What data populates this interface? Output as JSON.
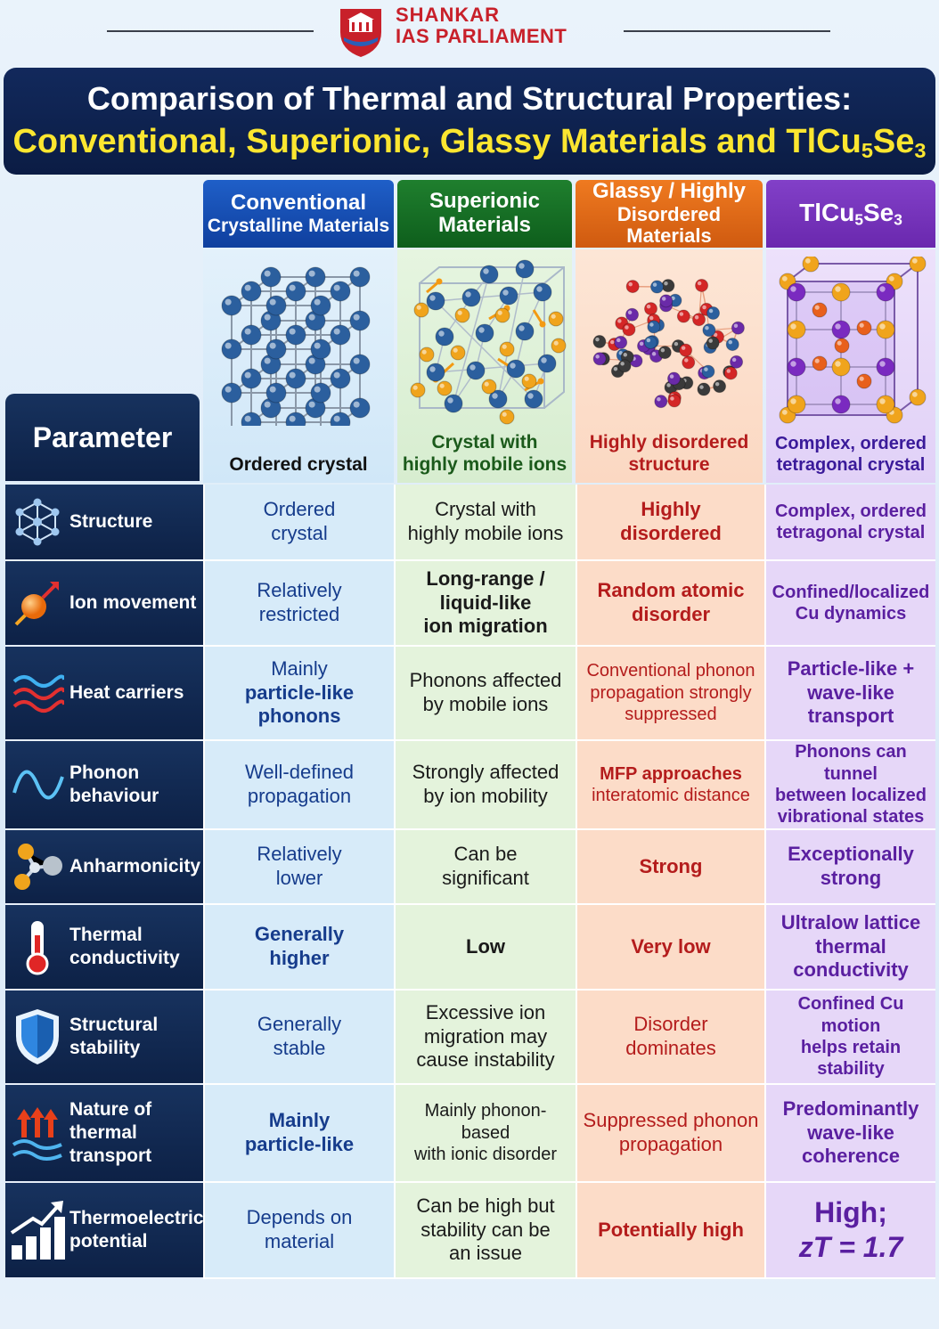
{
  "brand": {
    "line1": "SHANKAR",
    "line2": "IAS PARLIAMENT"
  },
  "title": {
    "line1": "Comparison of Thermal and Structural Properties:",
    "line2_prefix": "Conventional, Superionic, Glassy Materials and TlCu",
    "line2_sub": "5",
    "line2_mid": "Se",
    "line2_sub2": "3"
  },
  "columns": [
    {
      "line1": "Conventional",
      "line2": "Crystalline Materials",
      "caption1": "Ordered crystal",
      "caption2": ""
    },
    {
      "line1": "Superionic",
      "line2": "Materials",
      "caption1": "Crystal with",
      "caption2": "highly mobile ions"
    },
    {
      "line1": "Glassy / Highly",
      "line2": "Disordered Materials",
      "caption1": "Highly disordered",
      "caption2": "structure"
    },
    {
      "prefix": "TlCu",
      "sub": "5",
      "mid": "Se",
      "sub2": "3",
      "caption1": "Complex, ordered",
      "caption2": "tetragonal crystal"
    }
  ],
  "param_header": "Parameter",
  "rows": [
    {
      "label": [
        "Structure"
      ],
      "icon": "lattice-icon",
      "cells": [
        [
          "Ordered",
          "crystal"
        ],
        [
          "Crystal with",
          "highly mobile ions"
        ],
        [
          "Highly",
          "disordered"
        ],
        [
          "Complex, ordered",
          "tetragonal crystal"
        ]
      ]
    },
    {
      "label": [
        "Ion movement"
      ],
      "icon": "moving-ion-icon",
      "cells": [
        [
          "Relatively",
          "restricted"
        ],
        [
          "Long-range /",
          "liquid-like",
          "ion migration"
        ],
        [
          "Random atomic",
          "disorder"
        ],
        [
          "Confined/localized",
          "Cu dynamics"
        ]
      ]
    },
    {
      "label": [
        "Heat carriers"
      ],
      "icon": "waves-icon",
      "cells": [
        [
          "Mainly",
          "particle-like",
          "phonons"
        ],
        [
          "Phonons affected",
          "by mobile ions"
        ],
        [
          "Conventional phonon",
          "propagation strongly",
          "suppressed"
        ],
        [
          "Particle-like +",
          "wave-like",
          "transport"
        ]
      ]
    },
    {
      "label": [
        "Phonon behaviour"
      ],
      "icon": "sine-wave-icon",
      "cells": [
        [
          "Well-defined",
          "propagation"
        ],
        [
          "Strongly affected",
          "by ion mobility"
        ],
        [
          "MFP approaches",
          "interatomic distance"
        ],
        [
          "Phonons can tunnel",
          "between localized",
          "vibrational states"
        ]
      ]
    },
    {
      "label": [
        "Anharmonicity"
      ],
      "icon": "molecule-icon",
      "cells": [
        [
          "Relatively",
          "lower"
        ],
        [
          "Can be",
          "significant"
        ],
        [
          "Strong"
        ],
        [
          "Exceptionally",
          "strong"
        ]
      ]
    },
    {
      "label": [
        "Thermal",
        "conductivity"
      ],
      "icon": "thermometer-icon",
      "cells": [
        [
          "Generally",
          "higher"
        ],
        [
          "Low"
        ],
        [
          "Very low"
        ],
        [
          "Ultralow lattice",
          "thermal",
          "conductivity"
        ]
      ]
    },
    {
      "label": [
        "Structural",
        "stability"
      ],
      "icon": "shield-icon",
      "cells": [
        [
          "Generally",
          "stable"
        ],
        [
          "Excessive ion",
          "migration may",
          "cause instability"
        ],
        [
          "Disorder",
          "dominates"
        ],
        [
          "Confined Cu motion",
          "helps retain",
          "stability"
        ]
      ]
    },
    {
      "label": [
        "Nature of",
        "thermal transport"
      ],
      "icon": "heat-flow-icon",
      "cells": [
        [
          "Mainly",
          "particle-like"
        ],
        [
          "Mainly phonon-based",
          "with ionic disorder"
        ],
        [
          "Suppressed phonon",
          "propagation"
        ],
        [
          "Predominantly",
          "wave-like",
          "coherence"
        ]
      ]
    },
    {
      "label": [
        "Thermoelectric",
        "potential"
      ],
      "icon": "growth-chart-icon",
      "cells": [
        [
          "Depends on",
          "material"
        ],
        [
          "Can be high but",
          "stability can be",
          "an issue"
        ],
        [
          "Potentially high"
        ],
        [
          "High;",
          "zT = 1.7"
        ]
      ]
    }
  ],
  "colors": {
    "navy": "#0d2146",
    "blue": "#1f5fc8",
    "green": "#1f7f2e",
    "orange": "#ef7a20",
    "purple": "#8240c8",
    "yellow": "#fce630"
  }
}
